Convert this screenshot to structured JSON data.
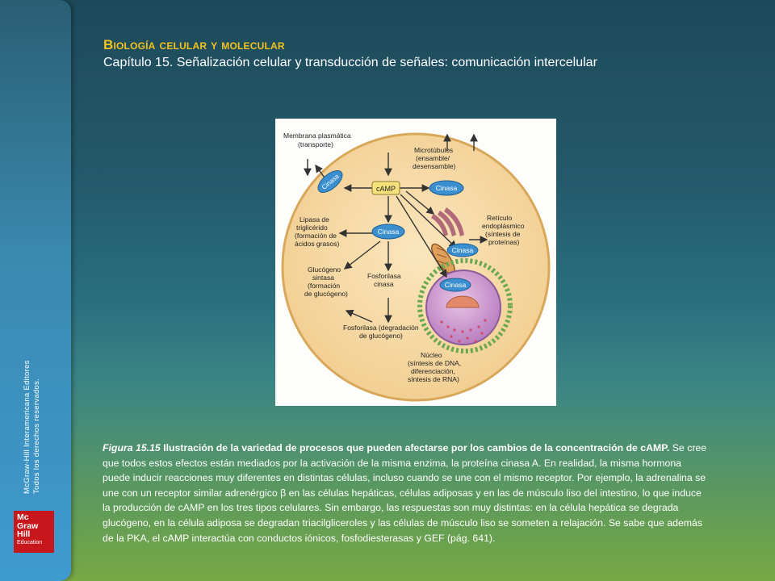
{
  "sidebar": {
    "publisher": "McGraw-Hill Interamericana Editores",
    "rights": "Todos los derechos reservados.",
    "logo_lines": [
      "Mc",
      "Graw",
      "Hill",
      "Education"
    ]
  },
  "header": {
    "book_title": "Biología celular y molecular",
    "chapter": "Capítulo 15. Señalización celular y transducción de señales: comunicación intercelular"
  },
  "figure": {
    "labels": {
      "membrane": [
        "Membrana plasmática",
        "(transporte)"
      ],
      "microtubules": [
        "Microtúbulos",
        "(ensamble/",
        "desensamble)"
      ],
      "camp": "cAMP",
      "kinase": "Cinasa",
      "lipase": [
        "Lipasa de",
        "triglicérido",
        "(formación de",
        "ácidos grasos)"
      ],
      "er": [
        "Retículo",
        "endoplásmico",
        "(síntesis de",
        "proteínas)"
      ],
      "glycogen_synthase": [
        "Glucógeno",
        "sintasa",
        "(formación",
        "de glucógeno)"
      ],
      "phosphorylase_kinase": [
        "Fosforilasa",
        "cinasa"
      ],
      "phosphorylase": [
        "Fosforilasa (degradación",
        "de glucógeno)"
      ],
      "nucleus": [
        "Núcleo",
        "(síntesis de DNA,",
        "diferenciación,",
        "síntesis de RNA)"
      ]
    }
  },
  "caption": {
    "figure_number": "Figura 15.15",
    "bold_title": "Ilustración de la variedad de procesos que pueden afectarse por los cambios de la concentración de cAMP.",
    "body": "Se cree que todos estos efectos están mediados por la activación de la misma enzima, la proteína cinasa A. En realidad, la misma hormona puede inducir reacciones muy diferentes en distintas células, incluso cuando se une con el mismo receptor. Por ejemplo, la adrenalina se une con un receptor similar adrenérgico β en las células hepáticas, células adiposas y en las de músculo liso del intestino, lo que induce la producción de cAMP en los tres tipos celulares. Sin embargo, las respuestas son muy distintas: en la célula hepática se degrada glucógeno, en la célula adiposa se degradan triacilgliceroles y las células de músculo liso se someten a relajación. Se sabe que además de la PKA, el cAMP interactúa con conductos iónicos, fosfodiesterasas y GEF (pág. 641)."
  },
  "colors": {
    "title_yellow": "#f4c21a",
    "logo_red": "#c8161d",
    "cell_fill": "#f7dca8",
    "kinase_blue": "#3b8fcf"
  }
}
